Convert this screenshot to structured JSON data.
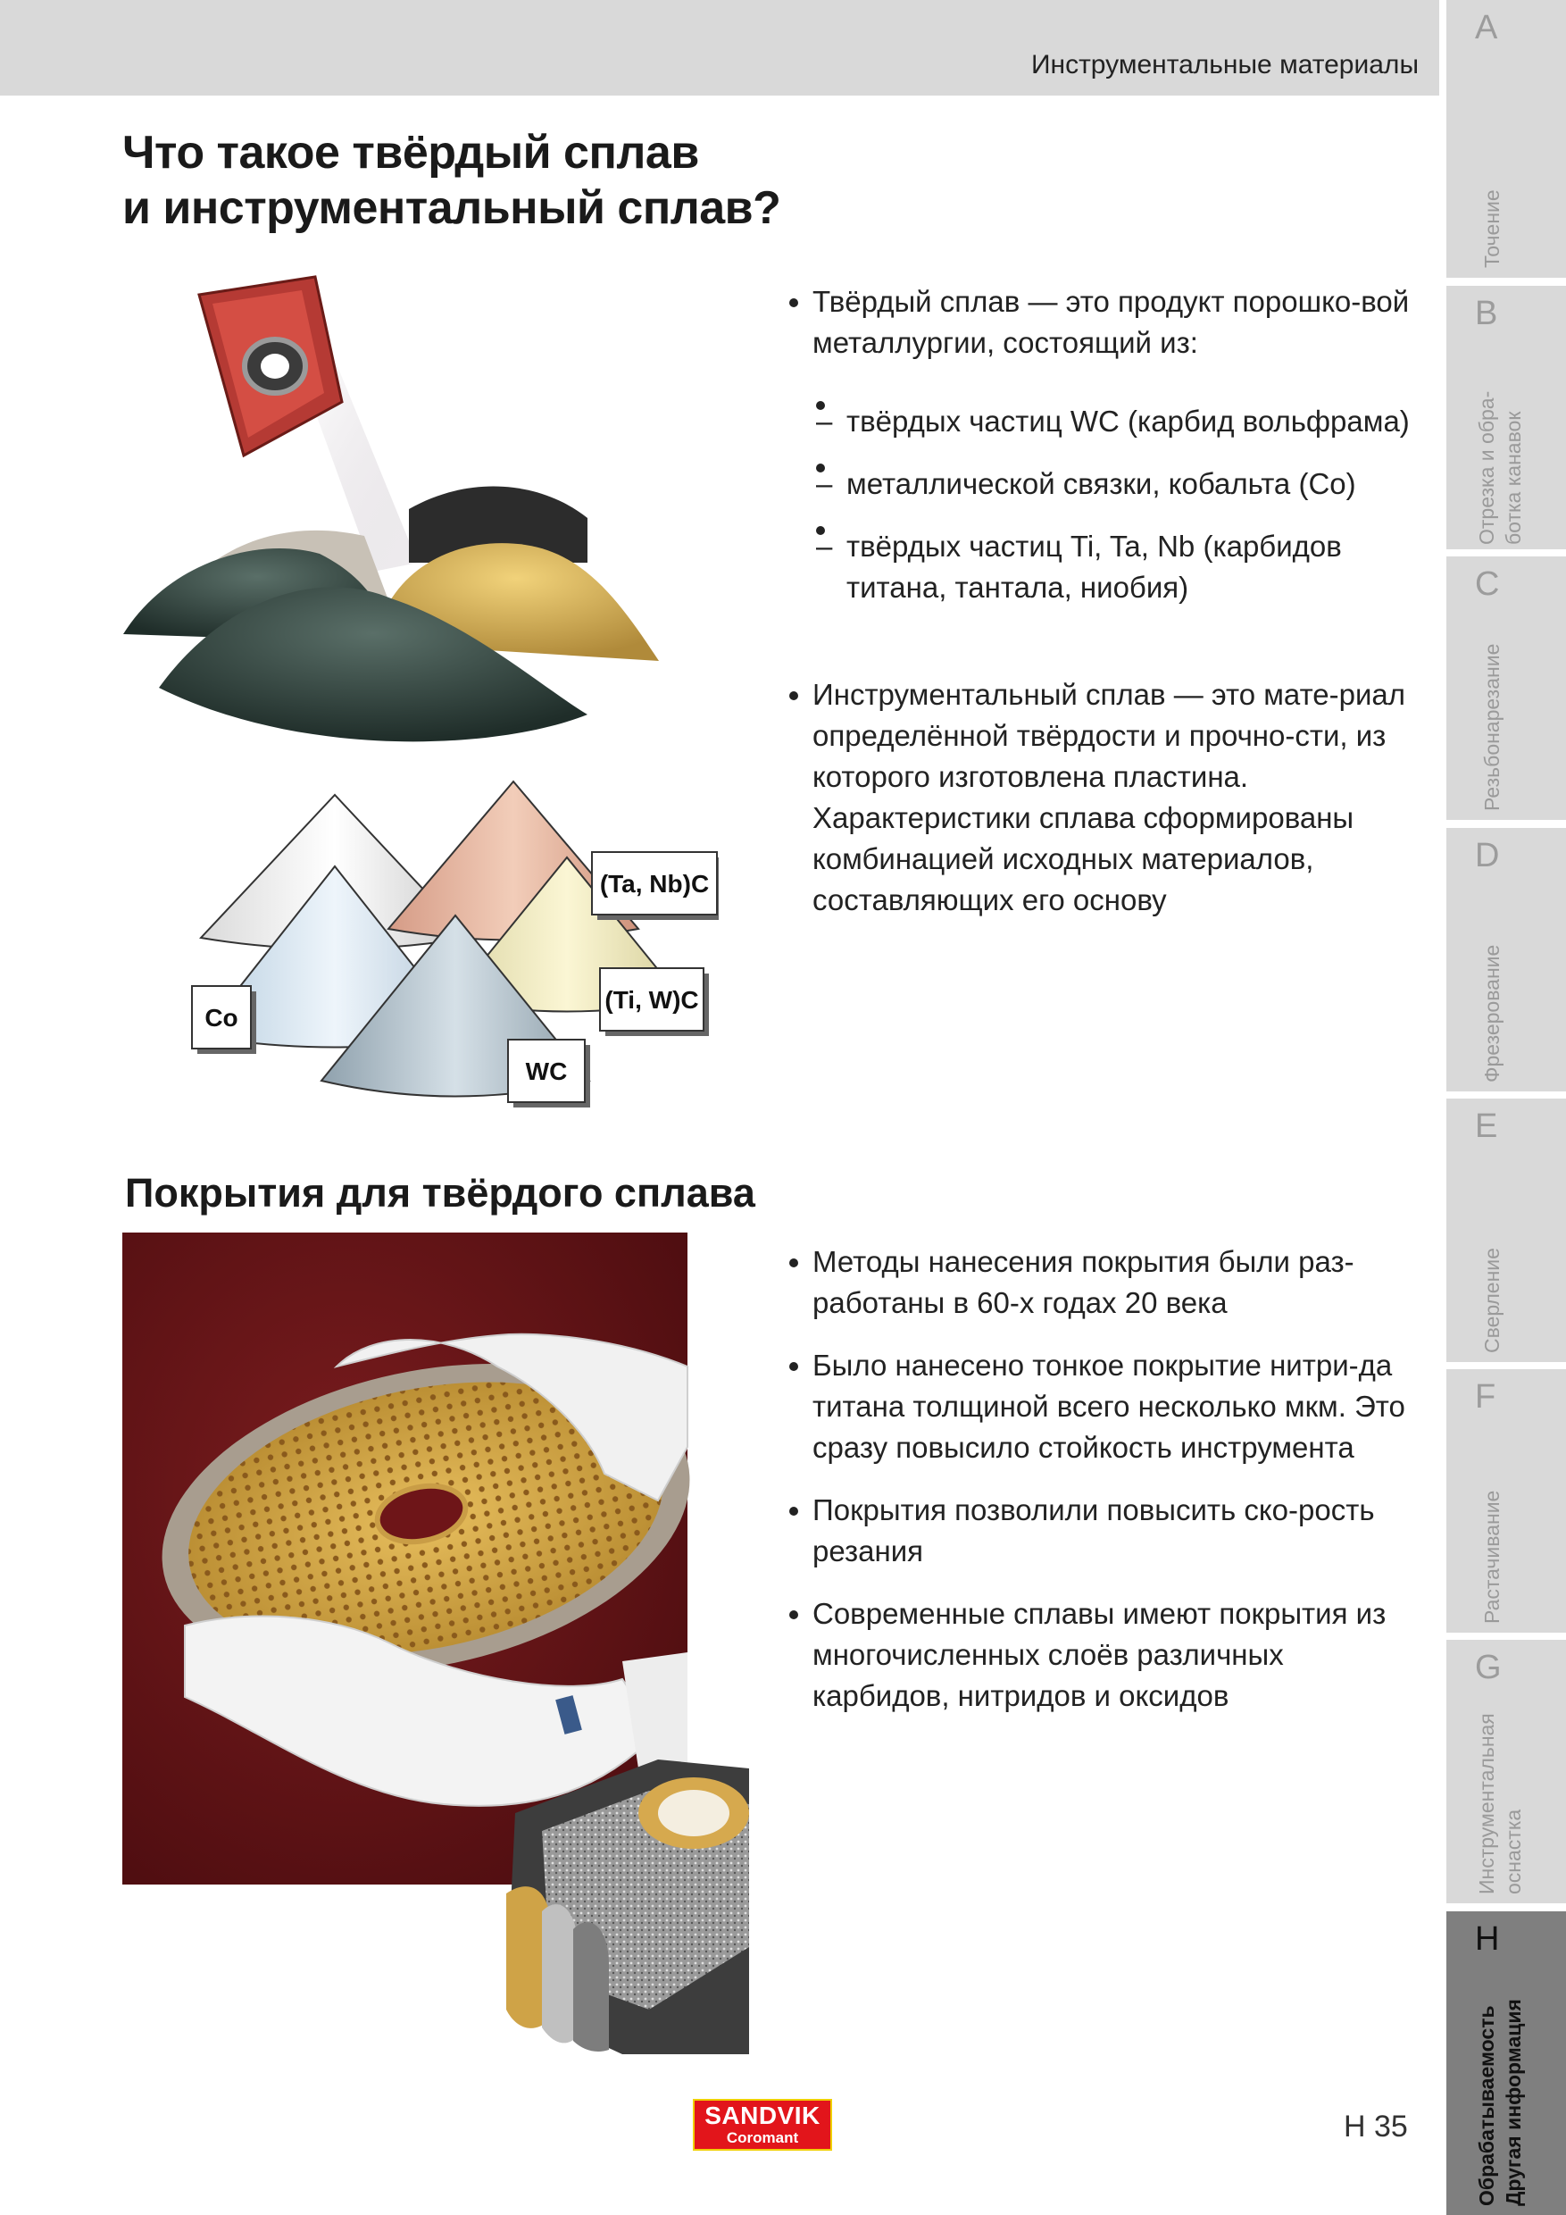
{
  "header": {
    "title": "Инструментальные материалы"
  },
  "main_title": {
    "line1": "Что такое твёрдый сплав",
    "line2": "и инструментальный сплав?"
  },
  "section1": {
    "bullet1": {
      "text": "Твёрдый сплав — это продукт порошко-вой металлургии, состоящий из:"
    },
    "components": [
      "твёрдых частиц WC (карбид вольфрама)",
      "металлической связки, кобальта (Co)",
      "твёрдых частиц Ti, Ta, Nb (карбидов титана, тантала, ниобия)"
    ],
    "bullet2": {
      "text": "Инструментальный сплав — это мате-риал определённой твёрдости и прочно-сти, из которого изготовлена пластина. Характеристики сплава сформированы комбинацией исходных материалов, составляющих его основу"
    }
  },
  "diagram_labels": {
    "tanb": "(Ta, Nb)C",
    "tiw": "(Ti, W)C",
    "co": "Co",
    "wc": "WC"
  },
  "section2": {
    "title": "Покрытия для твёрдого сплава",
    "bullets": [
      "Методы нанесения покрытия были раз-работаны в 60-х годах 20 века",
      "Было нанесено тонкое покрытие нитри-да титана толщиной всего несколько мкм. Это сразу повысило стойкость инструмента",
      "Покрытия позволили повысить ско-рость резания",
      "Современные сплавы имеют покрытия из многочисленных слоёв различных карбидов, нитридов и оксидов"
    ]
  },
  "sidebar": {
    "tabs": [
      {
        "letter": "A",
        "label": "Точение",
        "active": false
      },
      {
        "letter": "B",
        "label": "Отрезка и обра-\nботка канавок",
        "active": false
      },
      {
        "letter": "C",
        "label": "Резьбонарезание",
        "active": false
      },
      {
        "letter": "D",
        "label": "Фрезерование",
        "active": false
      },
      {
        "letter": "E",
        "label": "Сверление",
        "active": false
      },
      {
        "letter": "F",
        "label": "Растачивание",
        "active": false
      },
      {
        "letter": "G",
        "label": "Инструментальная\nоснастка",
        "active": false
      },
      {
        "letter": "H",
        "label": "Обрабатываемость\nДругая информация",
        "active": true
      }
    ]
  },
  "footer": {
    "logo_line1": "SANDVIK",
    "logo_line2": "Coromant",
    "page_number": "H 35"
  },
  "colors": {
    "header_band": "#d9d9d9",
    "tab_bg": "#d9d9d9",
    "tab_active_bg": "#7f7f7f",
    "logo_red": "#e2151b",
    "logo_yellow": "#f0d000",
    "photo_backdrop": "#6e1518"
  }
}
